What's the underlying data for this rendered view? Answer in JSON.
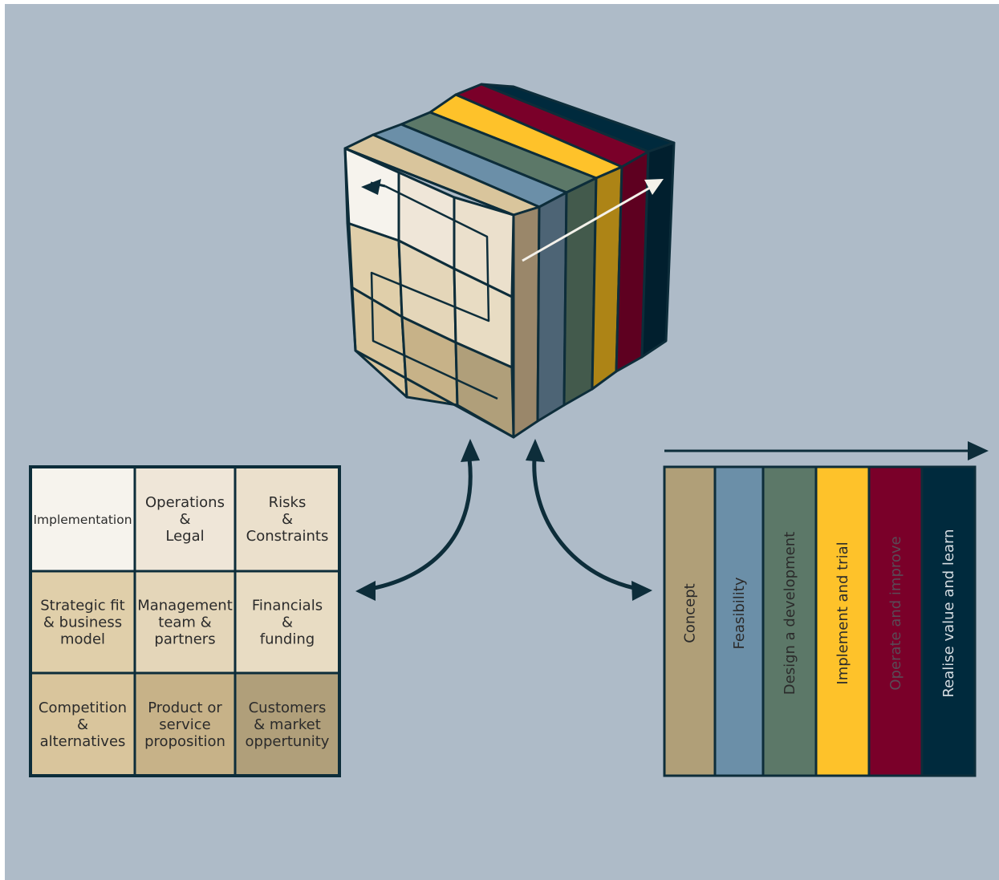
{
  "colors": {
    "background": "#aebbc8",
    "stroke": "#0d2d3a",
    "concept": "#b09f78",
    "feasibility": "#6b8fa8",
    "design": "#5c7868",
    "implement": "#fec22a",
    "operate": "#7a0029",
    "realise": "#002a3d"
  },
  "grid": {
    "cells": [
      {
        "lines": [
          "Implementation"
        ],
        "fill": "#f6f3ed",
        "size": "small"
      },
      {
        "lines": [
          "Operations",
          "&",
          "Legal"
        ],
        "fill": "#efe6d8",
        "size": "normal"
      },
      {
        "lines": [
          "Risks",
          "&",
          "Constraints"
        ],
        "fill": "#ebe0cc",
        "size": "normal"
      },
      {
        "lines": [
          "Strategic fit",
          "& business",
          "model"
        ],
        "fill": "#e0cfaa",
        "size": "normal"
      },
      {
        "lines": [
          "Management",
          "team &",
          "partners"
        ],
        "fill": "#e4d6b9",
        "size": "normal"
      },
      {
        "lines": [
          "Financials",
          "&",
          "funding"
        ],
        "fill": "#e8dcc3",
        "size": "normal"
      },
      {
        "lines": [
          "Competition",
          "&",
          "alternatives"
        ],
        "fill": "#d9c59c",
        "size": "normal"
      },
      {
        "lines": [
          "Product or",
          "service",
          "proposition"
        ],
        "fill": "#c7b288",
        "size": "normal"
      },
      {
        "lines": [
          "Customers",
          "& market",
          "oppertunity"
        ],
        "fill": "#b09f7a",
        "size": "normal"
      }
    ]
  },
  "phases": [
    {
      "label": "Concept",
      "fill": "#b09f78",
      "text_color": "#2b2b2b"
    },
    {
      "label": "Feasibility",
      "fill": "#6b8fa8",
      "text_color": "#2b2b2b"
    },
    {
      "label": "Design a development",
      "fill": "#5c7868",
      "text_color": "#2b2b2b"
    },
    {
      "label": "Implement and trial",
      "fill": "#fec22a",
      "text_color": "#2b2b2b"
    },
    {
      "label": "Operate and improve",
      "fill": "#7a0029",
      "text_color": "#5a4a56"
    },
    {
      "label": "Realise value and learn",
      "fill": "#002a3d",
      "text_color": "#d6dde2"
    }
  ]
}
